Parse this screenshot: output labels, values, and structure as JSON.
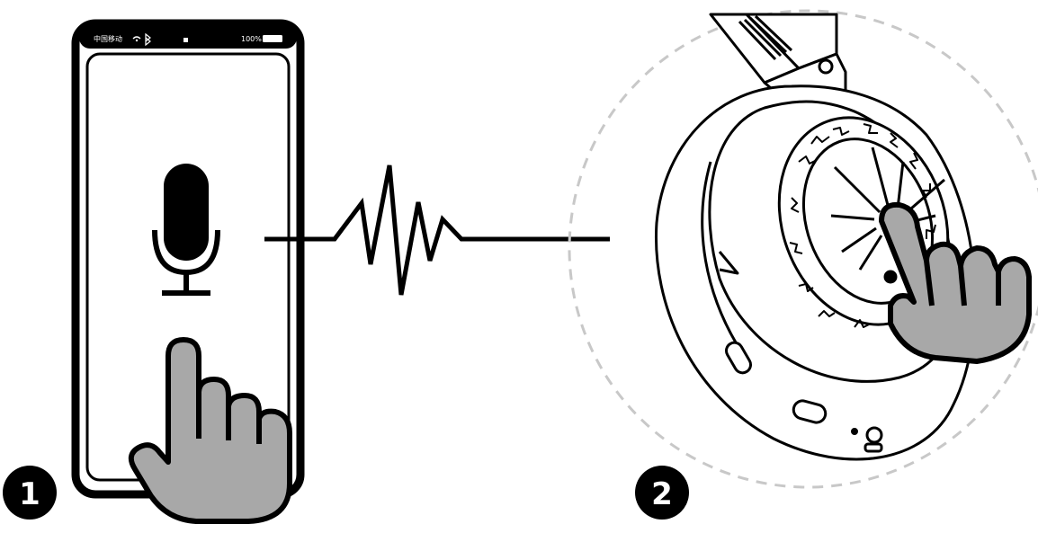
{
  "phone": {
    "carrier": "中国移动",
    "battery": "100%",
    "screen_icon": "microphone-icon"
  },
  "signal": {
    "icon": "voice-waveform-icon"
  },
  "headphone": {
    "touch_panel_icon": "touch-panel-icon"
  },
  "steps": [
    {
      "label": "1"
    },
    {
      "label": "2"
    }
  ],
  "colors": {
    "line": "#000000",
    "hand_fill": "#a8a8a8",
    "dash_circle": "#c8c8c8",
    "background": "#ffffff"
  }
}
